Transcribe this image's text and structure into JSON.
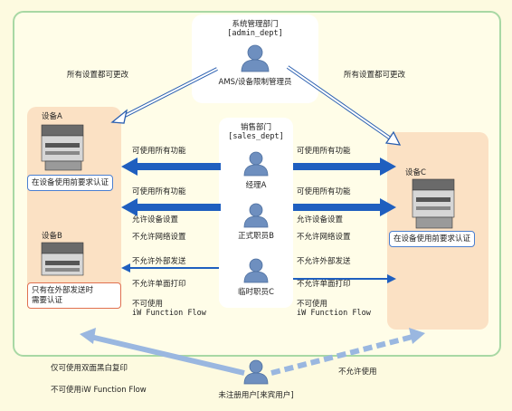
{
  "admin": {
    "dept_name": "系统管理部门",
    "dept_id": "[admin_dept]",
    "role": "AMS/设备限制管理员",
    "left_label": "所有设置都可更改",
    "right_label": "所有设置都可更改"
  },
  "sales": {
    "dept_name": "销售部门",
    "dept_id": "[sales_dept]",
    "users": [
      "经理A",
      "正式职员B",
      "临时职员C"
    ]
  },
  "devices": {
    "a": {
      "name": "设备A",
      "note": "在设备使用前要求认证"
    },
    "b": {
      "name": "设备B",
      "note": "只有在外部发送时\n需要认证"
    },
    "c": {
      "name": "设备C",
      "note": "在设备使用前要求认证"
    }
  },
  "permissions_left": {
    "manager": "可使用所有功能",
    "staff_1": "可使用所有功能",
    "staff_2": "允许设备设置",
    "staff_3": "不允许网络设置",
    "temp_1": "不允许外部发送",
    "temp_2": "不允许单面打印",
    "temp_3": "不可使用",
    "temp_4": "iW Function Flow"
  },
  "permissions_right": {
    "manager": "可使用所有功能",
    "staff_1": "可使用所有功能",
    "staff_2": "允许设备设置",
    "staff_3": "不允许网络设置",
    "temp_1": "不允许外部发送",
    "temp_2": "不允许单面打印",
    "temp_3": "不可使用",
    "temp_4": "iW Function Flow"
  },
  "guest": {
    "label": "未注册用户[来宾用户]",
    "left_1": "仅可使用双面黑白复印",
    "left_2": "不可使用iW Function Flow",
    "right": "不允许使用"
  },
  "colors": {
    "arrow_blue": "#1f5fbf",
    "arrow_light": "#9ab7e0",
    "person": "#6e8fbf",
    "frame_green": "#a8d8a4"
  }
}
